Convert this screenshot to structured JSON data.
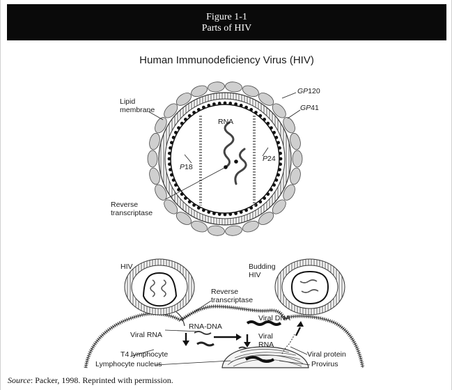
{
  "header": {
    "figure_number": "Figure 1-1",
    "subtitle": "Parts of HIV"
  },
  "diagram_title": "Human Immunodeficiency Virus (HIV)",
  "virion_labels": {
    "lipid_membrane_1": "Lipid",
    "lipid_membrane_2": "membrane",
    "gp120_prefix": "GP",
    "gp120_num": "120",
    "gp41_prefix": "GP",
    "gp41_num": "41",
    "rna": "RNA",
    "p18_prefix": "P",
    "p18_num": "18",
    "p24_prefix": "P",
    "p24_num": "24",
    "reverse_transcriptase_1": "Reverse",
    "reverse_transcriptase_2": "transcriptase"
  },
  "lifecycle_labels": {
    "hiv": "HIV",
    "budding_1": "Budding",
    "budding_2": "HIV",
    "reverse_transcriptase_1": "Reverse",
    "reverse_transcriptase_2": "transcriptase",
    "viral_dna": "Viral DNA",
    "rna_dna": "RNA-DNA",
    "viral_rna_left": "Viral RNA",
    "viral_rna_right_1": "Viral",
    "viral_rna_right_2": "RNA",
    "t4_lymphocyte": "T4 lymphocyte",
    "lymphocyte_nucleus": "Lymphocyte nucleus",
    "viral_protein": "Viral protein",
    "provirus": "Provirus"
  },
  "source": {
    "prefix": "Source",
    "text": ": Packer, 1998.  Reprinted with permission."
  }
}
